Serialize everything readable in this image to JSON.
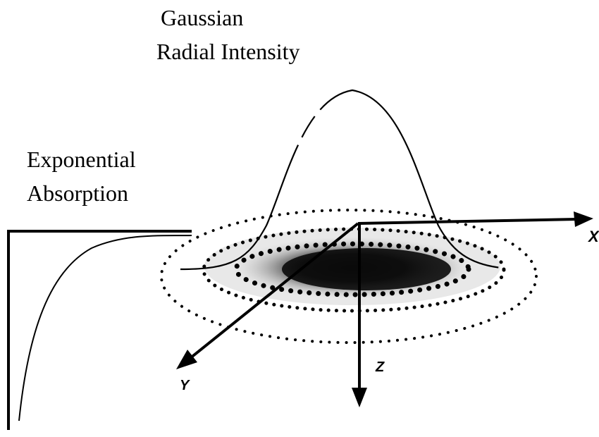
{
  "labels": {
    "gaussian_line1": "Gaussian",
    "gaussian_line2": "Radial Intensity",
    "exponential_line1": "Exponential",
    "exponential_line2": "Absorption",
    "axis_x": "X",
    "axis_y": "Y",
    "axis_z": "Z"
  },
  "colors": {
    "ink": "#000000",
    "spot_core": "#111111",
    "spot_halo": "#9a9a9a"
  }
}
